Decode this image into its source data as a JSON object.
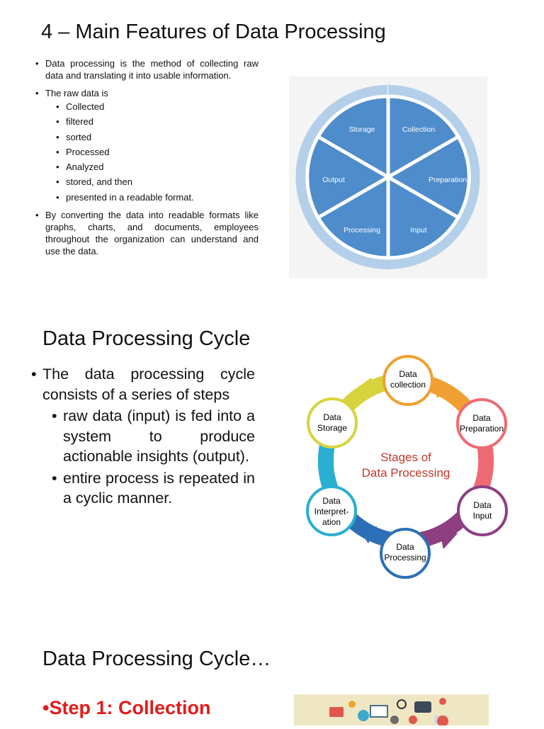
{
  "slide1": {
    "title": "4 – Main Features of Data Processing",
    "bullet1": "Data processing is the method of collecting raw data and translating it into usable information.",
    "bullet2": "The raw data is",
    "sub_items": [
      "Collected",
      "filtered",
      "sorted",
      "Processed",
      "Analyzed",
      "stored, and then",
      "presented in a readable format."
    ],
    "bullet3": "By converting the data into readable formats like graphs, charts, and documents, employees throughout the organization can understand and use the data.",
    "wheel": {
      "segments": [
        "Storage",
        "Collection",
        "Preparation",
        "Input",
        "Processing",
        "Output"
      ],
      "colors": {
        "segment": "#4e8ccb",
        "ring": "#a9c7e6",
        "ring_bg": "#f2f2f2"
      }
    }
  },
  "slide2": {
    "title": "Data Processing Cycle",
    "bullet1": "The data processing cycle consists of a series of steps",
    "sub1": "raw data (input) is fed into a system to produce actionable insights (output).",
    "sub2": "entire process is repeated in a cyclic manner.",
    "diagram": {
      "center_line1": "Stages of",
      "center_line2": "Data Processing",
      "center_color": "#c0392b",
      "stages": [
        {
          "line1": "Data",
          "line2": "collection",
          "line3": "",
          "color": "#f0a032"
        },
        {
          "line1": "Data",
          "line2": "Preparation",
          "line3": "",
          "color": "#ee6a72"
        },
        {
          "line1": "Data",
          "line2": "Input",
          "line3": "",
          "color": "#8e3f82"
        },
        {
          "line1": "Data",
          "line2": "Processing",
          "line3": "",
          "color": "#2c6fb6"
        },
        {
          "line1": "Data",
          "line2": "Interpret-",
          "line3": "ation",
          "color": "#2aaed2"
        },
        {
          "line1": "Data",
          "line2": "Storage",
          "line3": "",
          "color": "#d6d43c"
        }
      ]
    }
  },
  "slide3": {
    "title": "Data Processing Cycle…",
    "step_bullet": "•",
    "step": "Step 1: Collection"
  }
}
